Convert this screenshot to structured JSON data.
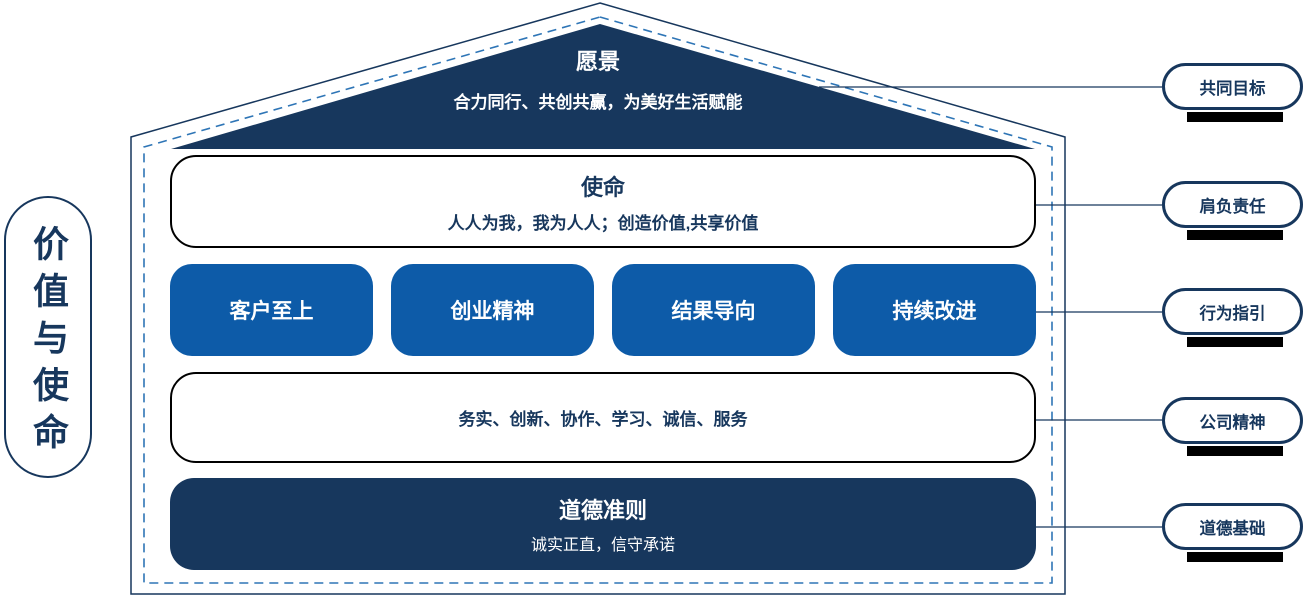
{
  "colors": {
    "navy": "#17375D",
    "blue": "#0D5BA8",
    "dashed_blue": "#2E75B6",
    "black": "#000000",
    "white": "#FFFFFF"
  },
  "left_banner": {
    "label": "价值与使命"
  },
  "house": {
    "roof": {
      "title": "愿景",
      "subtitle": "合力同行、共创共赢，为美好生活赋能"
    },
    "mission": {
      "title": "使命",
      "subtitle": "人人为我，我为人人；创造价值,共享价值"
    },
    "values": [
      {
        "label": "客户至上"
      },
      {
        "label": "创业精神"
      },
      {
        "label": "结果导向"
      },
      {
        "label": "持续改进"
      }
    ],
    "spirit": {
      "text": "务实、创新、协作、学习、诚信、服务"
    },
    "ethics": {
      "title": "道德准则",
      "subtitle": "诚实正直，信守承诺"
    }
  },
  "side_labels": [
    {
      "label": "共同目标"
    },
    {
      "label": "肩负责任"
    },
    {
      "label": "行为指引"
    },
    {
      "label": "公司精神"
    },
    {
      "label": "道德基础"
    }
  ]
}
